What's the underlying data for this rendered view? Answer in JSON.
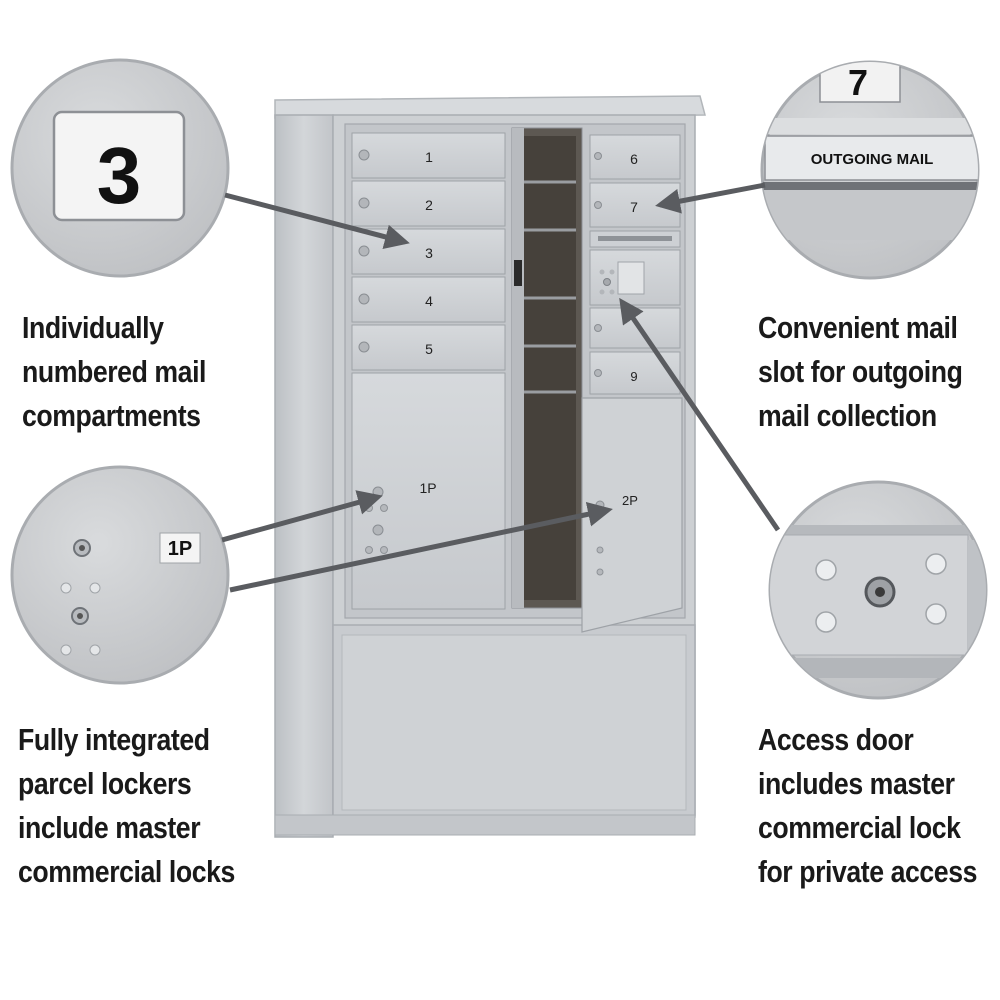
{
  "compartments": {
    "left": [
      "1",
      "2",
      "3",
      "4",
      "5"
    ],
    "right": [
      "6",
      "7",
      "9"
    ],
    "parcel_left": "1P",
    "parcel_right": "2P"
  },
  "zoom_callouts": {
    "number_tag": "3",
    "mail_slot_tag": "7",
    "mail_slot_label": "OUTGOING MAIL",
    "parcel_tag": "1P"
  },
  "captions": {
    "top_left": [
      "Individually",
      "numbered mail",
      "compartments"
    ],
    "top_right": [
      "Convenient mail",
      "slot for outgoing",
      "mail collection"
    ],
    "bottom_left": [
      "Fully integrated",
      "parcel lockers",
      "include master",
      "commercial locks"
    ],
    "bottom_right": [
      "Access door",
      "includes master",
      "commercial lock",
      "for private access"
    ]
  },
  "colors": {
    "cabinet": "#c9ccd0",
    "cabinet_dark": "#a9adb2",
    "callout_bg": "#c7c9cc",
    "arrow": "#5a5c60",
    "text": "#1a1a1a"
  }
}
